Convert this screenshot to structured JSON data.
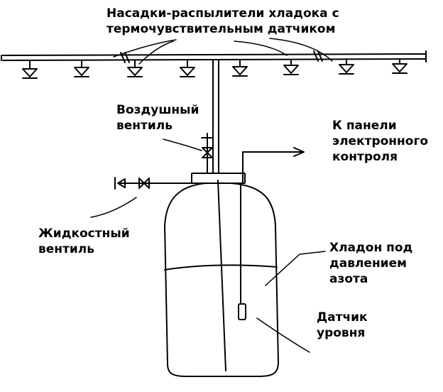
{
  "labels": {
    "nozzles": {
      "line1": "Насадки-распылители хладока с",
      "line2": "термочувствительным датчиком"
    },
    "air_valve": {
      "line1": "Воздушный",
      "line2": "вентиль"
    },
    "panel": {
      "line1": "К панели",
      "line2": "электронного",
      "line3": "контроля"
    },
    "liquid_valve": {
      "line1": "Жидкостный",
      "line2": "вентиль"
    },
    "freon": {
      "line1": "Хладон под",
      "line2": "давлением",
      "line3": "азота"
    },
    "sensor": {
      "line1": "Датчик",
      "line2": "уровня"
    }
  }
}
